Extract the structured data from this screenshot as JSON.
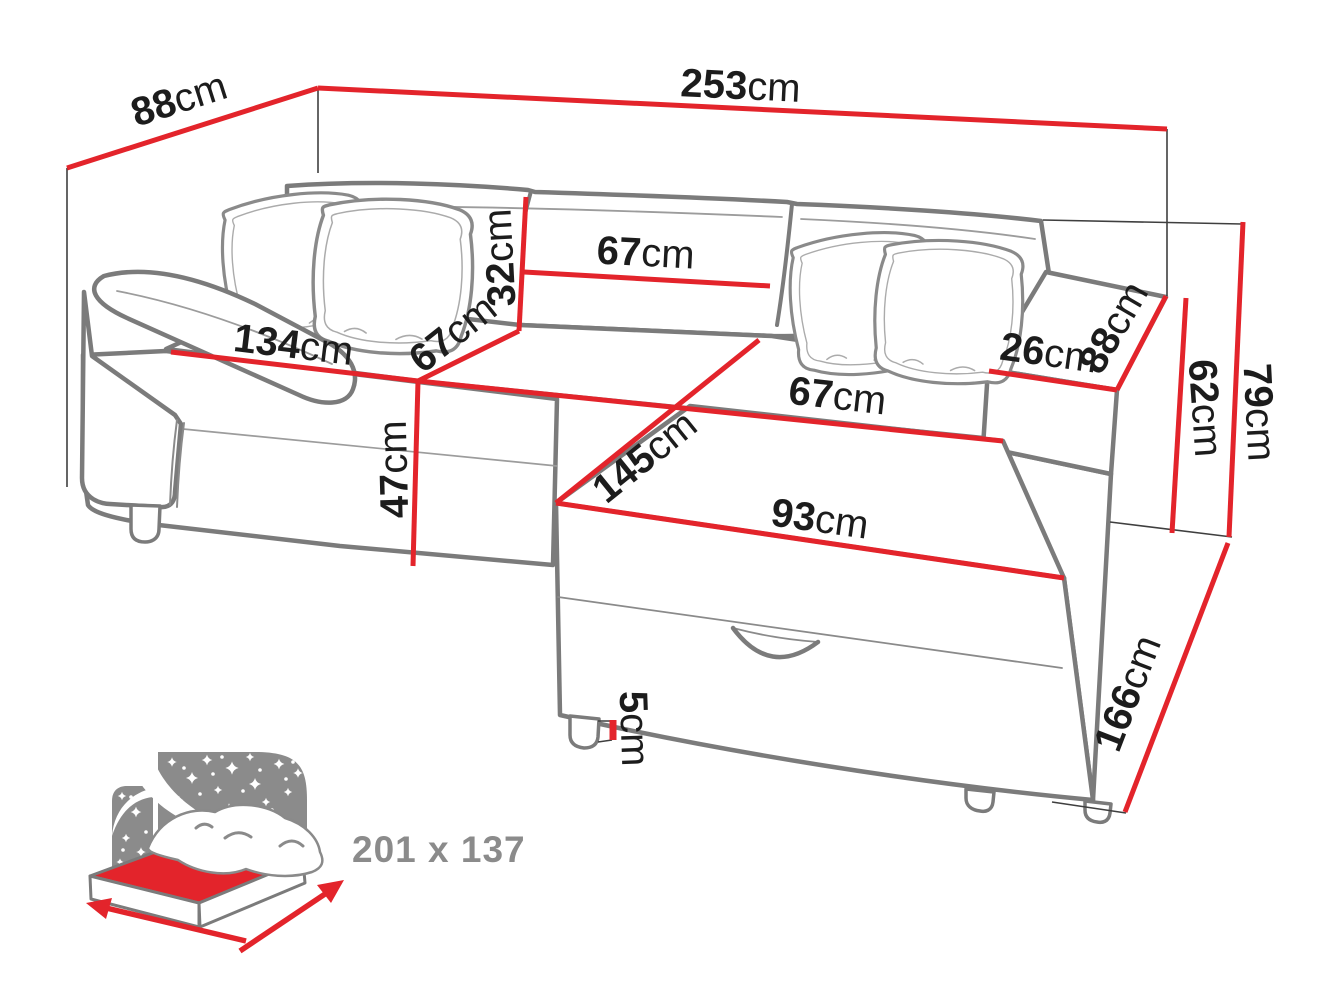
{
  "diagram_type": "corner-sofa-bed-dimensions",
  "colors": {
    "dimension_red": "#e3242b",
    "sofa_outline_gray": "#7b7b7b",
    "thin_line_dark": "#3f3f3f",
    "label_black": "#1c1c1c",
    "icon_gray": "#8b8b8b"
  },
  "dimensions": {
    "width_total": {
      "value": "253",
      "unit": "cm"
    },
    "back_depth": {
      "value": "88",
      "unit": "cm"
    },
    "backrest_height": {
      "value": "32",
      "unit": "cm"
    },
    "backrest_width": {
      "value": "67",
      "unit": "cm"
    },
    "seat_front_width": {
      "value": "134",
      "unit": "cm"
    },
    "seat_depth": {
      "value": "67",
      "unit": "cm"
    },
    "armrest_width": {
      "value": "26",
      "unit": "cm"
    },
    "armrest_depth": {
      "value": "88",
      "unit": "cm"
    },
    "side_height": {
      "value": "62",
      "unit": "cm"
    },
    "total_height": {
      "value": "79",
      "unit": "cm"
    },
    "seat_height": {
      "value": "47",
      "unit": "cm"
    },
    "chaise_top_width": {
      "value": "67",
      "unit": "cm"
    },
    "chaise_length": {
      "value": "145",
      "unit": "cm"
    },
    "chaise_front_width": {
      "value": "93",
      "unit": "cm"
    },
    "foot_height": {
      "value": "5",
      "unit": "cm"
    },
    "chaise_total_depth": {
      "value": "166",
      "unit": "cm"
    }
  },
  "sleeping_area": {
    "label": "201 x 137"
  }
}
